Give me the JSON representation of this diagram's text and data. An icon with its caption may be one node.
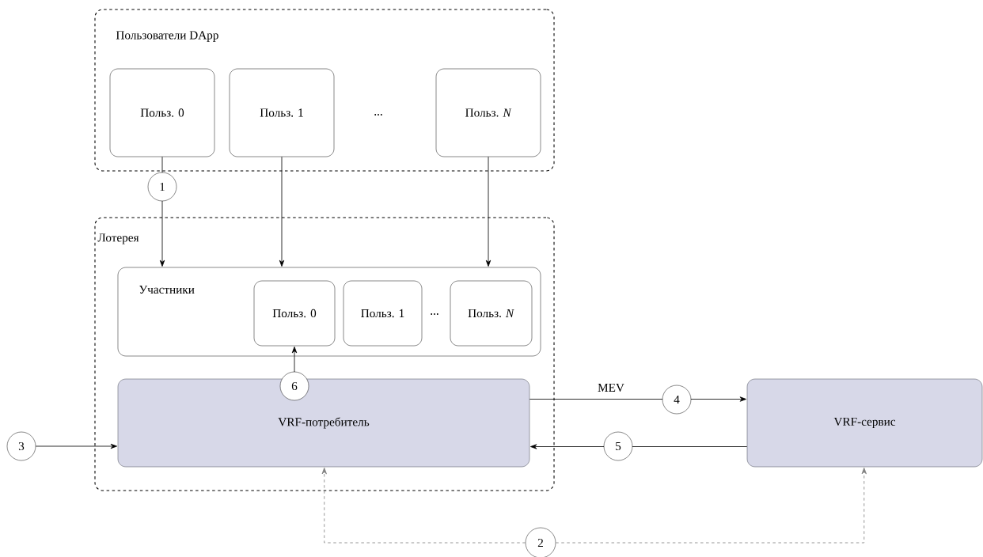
{
  "diagram": {
    "nodes": [
      {
        "text": [
          "Пользователи DApp"
        ]
      },
      {
        "text": [
          "Польз. 0"
        ],
        "in": 0
      },
      {
        "text": [
          "Польз. 1"
        ],
        "in": 0
      },
      {
        "text": [
          "Польз. *N*"
        ],
        "in": 0
      },
      {
        "text": [
          "Лотерея"
        ]
      },
      {
        "text": [
          "Участники"
        ],
        "in": 4
      },
      {
        "text": [
          "Польз. 0"
        ],
        "in": 5
      },
      {
        "text": [
          "Польз. 1"
        ],
        "in": 5
      },
      {
        "text": [
          "Польз. *N*"
        ],
        "in": 5
      },
      {
        "text": [
          "VRF-потребитель"
        ],
        "in": 4
      },
      {
        "text": [
          "VRF-сервис"
        ]
      },
      {
        "text": [
          "3"
        ]
      },
      {
        "text": [
          "2"
        ]
      }
    ],
    "edges": [
      {
        "from": 1,
        "to": 5,
        "arrow": "to",
        "label": "1"
      },
      {
        "from": 2,
        "to": 5,
        "arrow": "to"
      },
      {
        "from": 3,
        "to": 5,
        "arrow": "to"
      },
      {
        "from": 9,
        "to": 6,
        "arrow": "to",
        "label": "6"
      },
      {
        "from": 11,
        "to": 9,
        "arrow": "to"
      },
      {
        "from": 9,
        "to": 10,
        "arrow": "to",
        "label": "4"
      },
      {
        "from": 10,
        "to": 9,
        "arrow": "to",
        "label": "5"
      },
      {
        "from": 12,
        "to": 9,
        "arrow": "to",
        "style": "dashed",
        "color": "#808080"
      },
      {
        "from": 12,
        "to": 10,
        "arrow": "to",
        "style": "dashed",
        "color": "#808080"
      }
    ],
    "labels": [
      "...",
      "...",
      "MEV"
    ]
  }
}
